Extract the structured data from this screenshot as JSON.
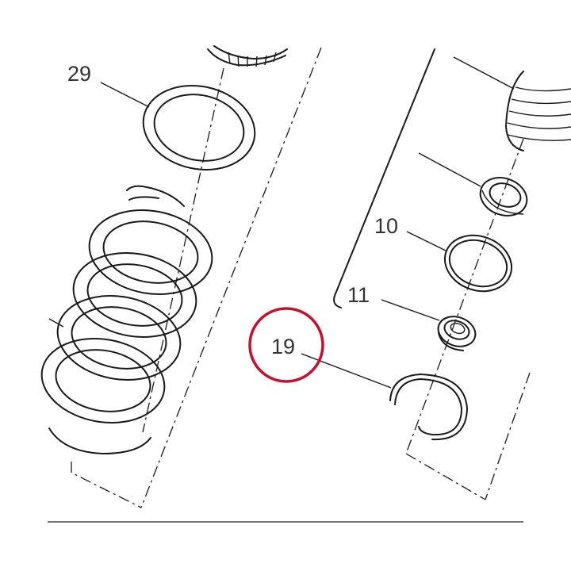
{
  "callouts": {
    "part_29": "29",
    "part_10": "10",
    "part_11": "11",
    "part_19": "19"
  },
  "colors": {
    "line": "#1a1a1a",
    "label": "#333333",
    "highlight": "#c8102e"
  }
}
